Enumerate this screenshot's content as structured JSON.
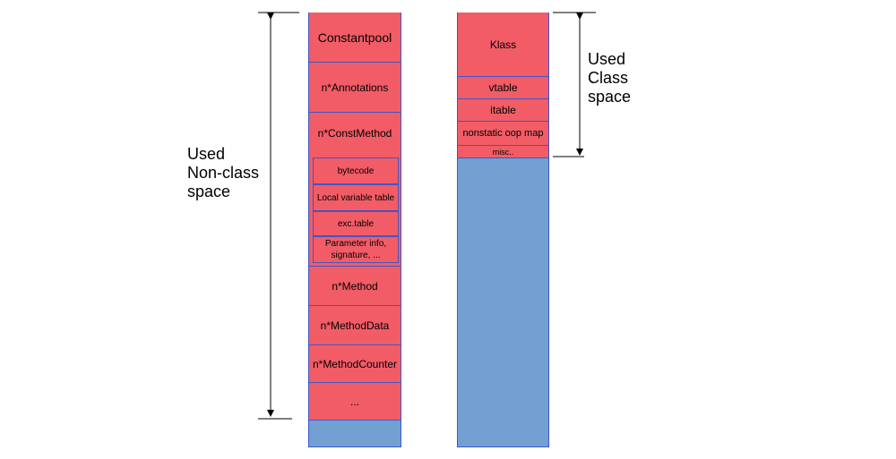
{
  "non_class": {
    "cells": [
      "Constantpool",
      "n*Annotations",
      "n*ConstMethod",
      "n*Method",
      "n*MethodData",
      "n*MethodCounter",
      "..."
    ],
    "const_method_parts": [
      "bytecode",
      "Local variable table",
      "exc.table",
      "Parameter info,\nsignature, ..."
    ],
    "label": "Used\nNon-class\nspace"
  },
  "class_space": {
    "cells": [
      "Klass",
      "vtable",
      "itable",
      "nonstatic oop map",
      "misc.."
    ],
    "label": "Used\nClass\nspace"
  },
  "colors": {
    "used": "#f25c66",
    "free": "#739fd3",
    "border": "#3f56c4"
  }
}
